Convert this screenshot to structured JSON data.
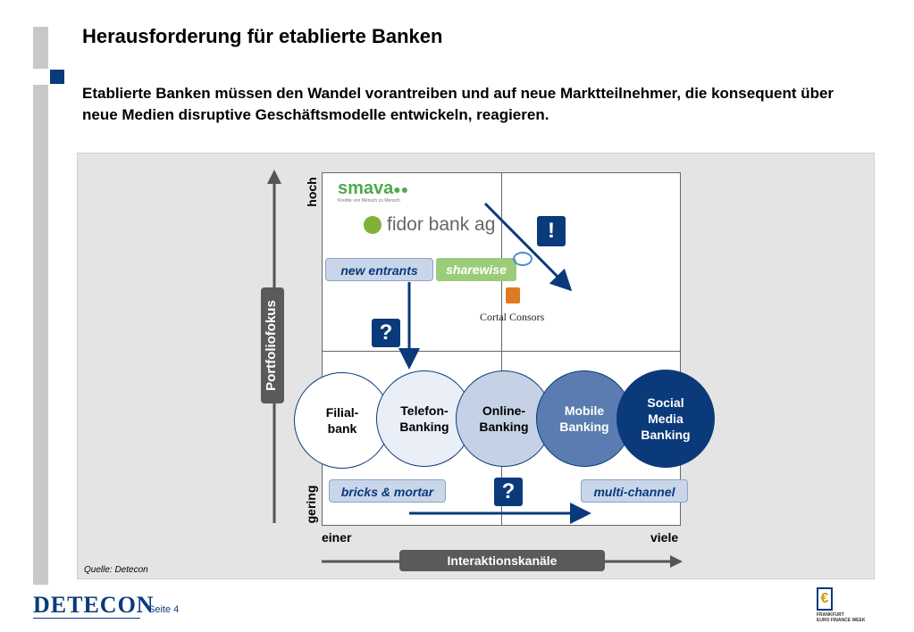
{
  "title": "Herausforderung für etablierte Banken",
  "subtitle": "Etablierte Banken müssen den Wandel vorantreiben und auf neue Marktteilnehmer, die konsequent über neue Medien disruptive Geschäftsmodelle entwickeln, reagieren.",
  "diagram": {
    "y_axis_label": "Portfoliofokus",
    "y_high": "hoch",
    "y_low": "gering",
    "x_axis_label": "Interaktionskanäle",
    "x_low": "einer",
    "x_high": "viele",
    "new_entrants": "new entrants",
    "bricks_mortar": "bricks & mortar",
    "multi_channel": "multi-channel",
    "question_mark": "?",
    "exclamation_mark": "!",
    "logos": {
      "smava": "smava",
      "smava_tagline": "Kredite von Mensch zu Mensch",
      "fidor": "fidor bank ag",
      "sharewise": "sharewise",
      "cortal": "Cortal Consors"
    },
    "circles": [
      {
        "line1": "Filial-",
        "line2": "bank"
      },
      {
        "line1": "Telefon-",
        "line2": "Banking"
      },
      {
        "line1": "Online-",
        "line2": "Banking"
      },
      {
        "line1": "Mobile",
        "line2": "Banking"
      },
      {
        "line1": "Social",
        "line2": "Media",
        "line3": "Banking"
      }
    ]
  },
  "source": "Quelle: Detecon",
  "footer": {
    "brand": "DETECON",
    "page": "Seite 4",
    "right_logo_line1": "FRANKFURT",
    "right_logo_line2": "EURO FINANCE WEEK"
  }
}
